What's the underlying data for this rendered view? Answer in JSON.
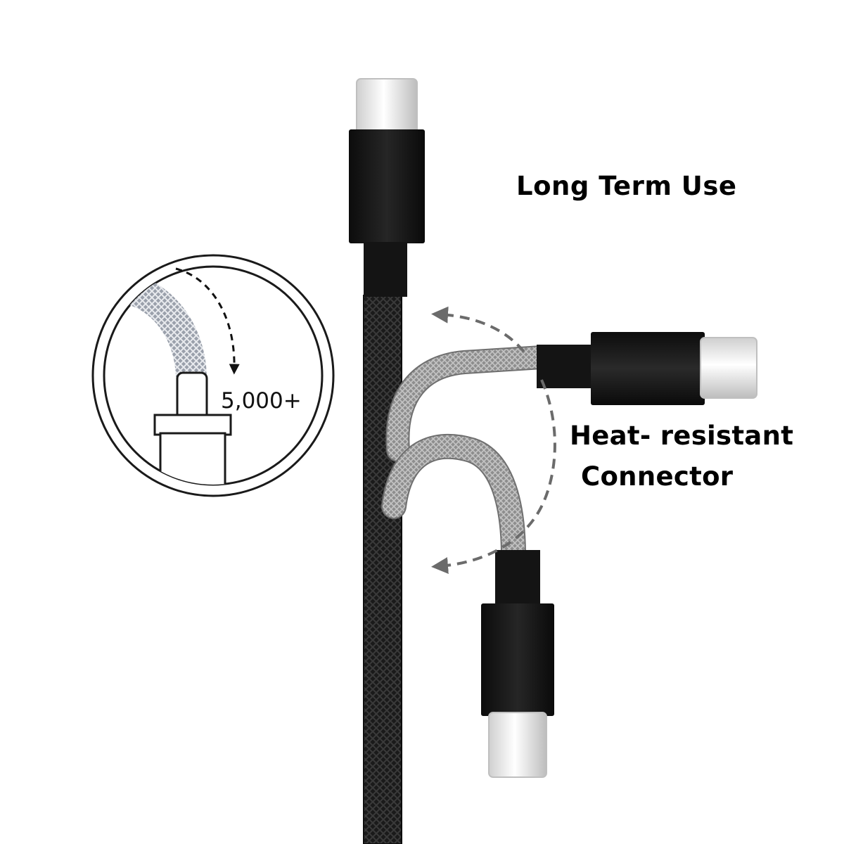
{
  "headline": "Long Term Use",
  "feature": {
    "line1": "Heat- resistant",
    "line2": "Connector"
  },
  "inset": {
    "bend_count": "5,000+"
  },
  "colors": {
    "background": "#ffffff",
    "braid_black": "#1c1c1c",
    "braid_grey": "#9a9a9a",
    "connector_housing": "#151515",
    "usb_c_plug": "#e8e8e8",
    "arrow_dash": "#6b6b6b"
  },
  "icons": [
    "usb-c-plug-icon",
    "bend-arrow-icon",
    "braid-pattern-icon"
  ]
}
